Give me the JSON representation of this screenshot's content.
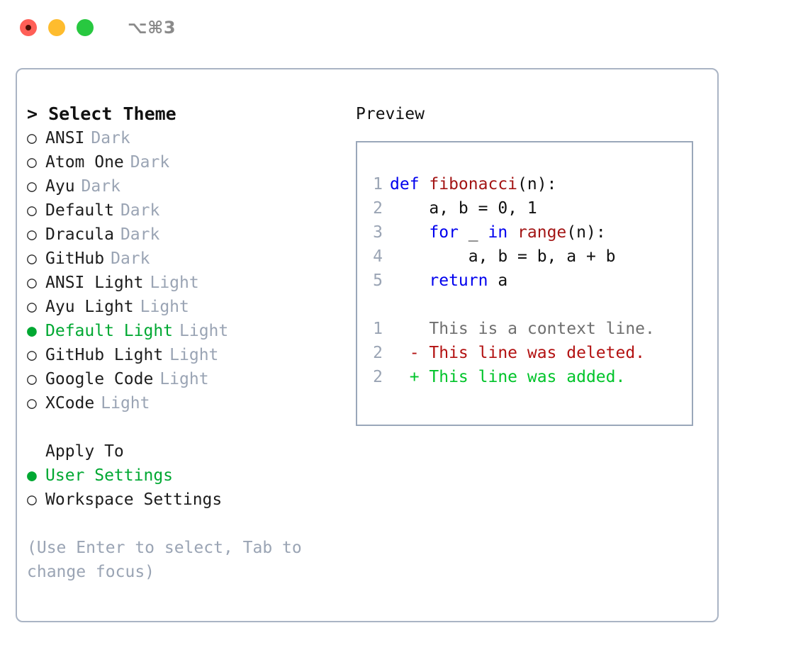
{
  "titlebar": {
    "shortcut": "⌥⌘3",
    "buttons": [
      {
        "name": "close",
        "color": "#ff5f57"
      },
      {
        "name": "minimize",
        "color": "#febc2e"
      },
      {
        "name": "maximize",
        "color": "#28c840"
      }
    ]
  },
  "colors": {
    "accent_green": "#00a832",
    "muted_gray": "#9aa4b4",
    "border": "#aab4c4",
    "preview_border": "#9aa7ba",
    "keyword_blue": "#0000ee",
    "function_red": "#a31515",
    "diff_delete": "#b31212",
    "diff_add": "#00c42a",
    "text": "#1d1d1d"
  },
  "theme_list": {
    "header": "> Select Theme",
    "marker_selected": "●",
    "marker_unselected": "○",
    "items": [
      {
        "name": "ANSI",
        "tag": "Dark",
        "selected": false
      },
      {
        "name": "Atom One",
        "tag": "Dark",
        "selected": false
      },
      {
        "name": "Ayu",
        "tag": "Dark",
        "selected": false
      },
      {
        "name": "Default",
        "tag": "Dark",
        "selected": false
      },
      {
        "name": "Dracula",
        "tag": "Dark",
        "selected": false
      },
      {
        "name": "GitHub",
        "tag": "Dark",
        "selected": false
      },
      {
        "name": "ANSI Light",
        "tag": "Light",
        "selected": false
      },
      {
        "name": "Ayu Light",
        "tag": "Light",
        "selected": false
      },
      {
        "name": "Default Light",
        "tag": "Light",
        "selected": true
      },
      {
        "name": "GitHub Light",
        "tag": "Light",
        "selected": false
      },
      {
        "name": "Google Code",
        "tag": "Light",
        "selected": false
      },
      {
        "name": "XCode",
        "tag": "Light",
        "selected": false
      }
    ]
  },
  "apply_to": {
    "header": "Apply To",
    "marker_selected": "●",
    "marker_unselected": "○",
    "options": [
      {
        "label": "User Settings",
        "selected": true
      },
      {
        "label": "Workspace Settings",
        "selected": false
      }
    ]
  },
  "hint": "(Use Enter to select, Tab to change focus)",
  "preview": {
    "title": "Preview",
    "code_lines": [
      {
        "number": "1",
        "tokens": [
          {
            "text": "def ",
            "style": "kw"
          },
          {
            "text": "fibonacci",
            "style": "fn"
          },
          {
            "text": "(n):",
            "style": "plain"
          }
        ]
      },
      {
        "number": "2",
        "tokens": [
          {
            "text": "    a, b = 0, 1",
            "style": "plain"
          }
        ]
      },
      {
        "number": "3",
        "tokens": [
          {
            "text": "    ",
            "style": "plain"
          },
          {
            "text": "for",
            "style": "kw"
          },
          {
            "text": " _ ",
            "style": "plain"
          },
          {
            "text": "in",
            "style": "kw"
          },
          {
            "text": " ",
            "style": "plain"
          },
          {
            "text": "range",
            "style": "fn"
          },
          {
            "text": "(n):",
            "style": "plain"
          }
        ]
      },
      {
        "number": "4",
        "tokens": [
          {
            "text": "        a, b = b, a + b",
            "style": "plain"
          }
        ]
      },
      {
        "number": "5",
        "tokens": [
          {
            "text": "    ",
            "style": "plain"
          },
          {
            "text": "return",
            "style": "kw"
          },
          {
            "text": " a",
            "style": "plain"
          }
        ]
      }
    ],
    "diff_lines": [
      {
        "number": "1",
        "marker": " ",
        "text": "This is a context line.",
        "style": "ctx"
      },
      {
        "number": "2",
        "marker": "-",
        "text": "This line was deleted.",
        "style": "del"
      },
      {
        "number": "2",
        "marker": "+",
        "text": "This line was added.",
        "style": "add"
      }
    ]
  }
}
